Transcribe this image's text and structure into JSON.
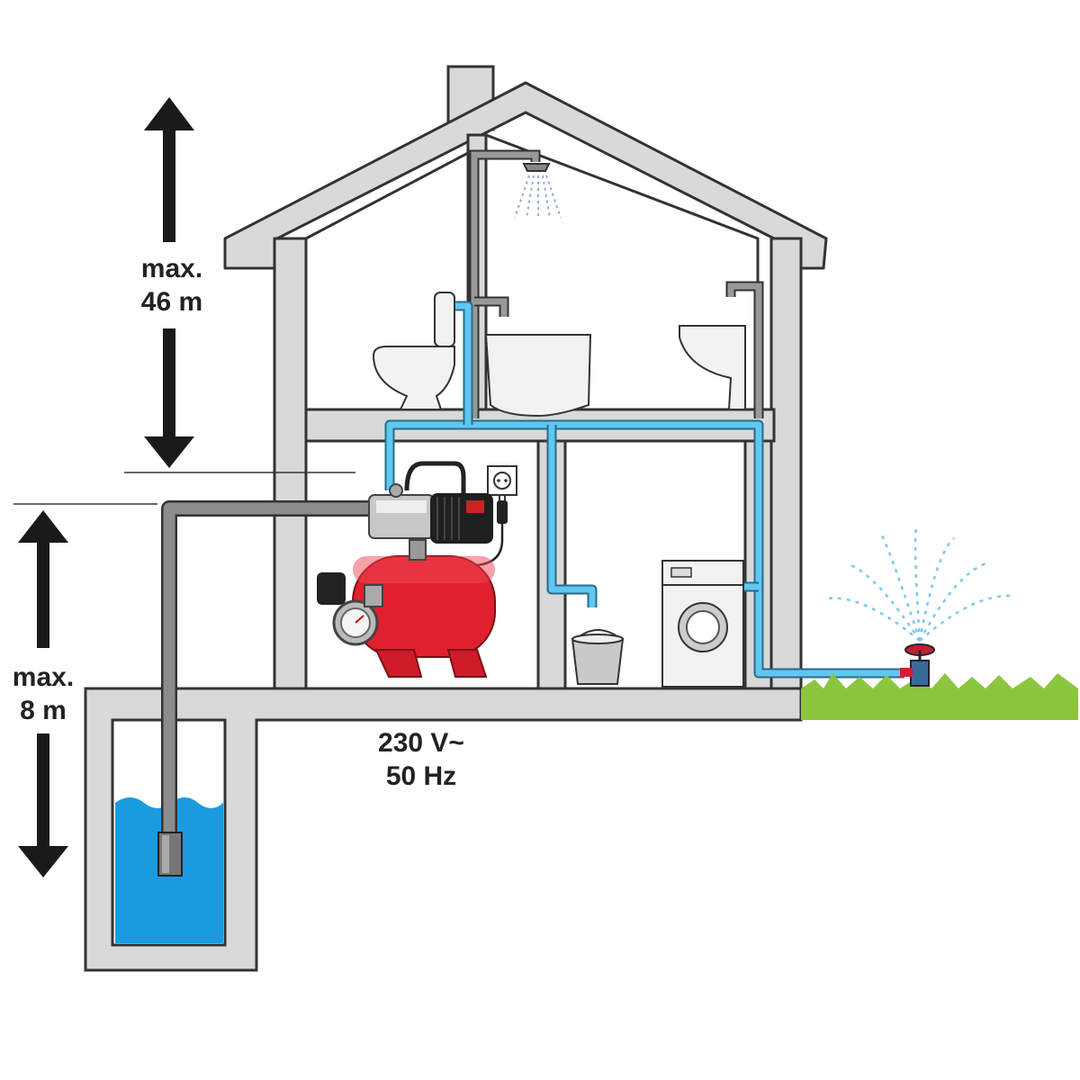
{
  "labels": {
    "upper_head_line1": "max.",
    "upper_head_line2": "46 m",
    "lower_head_line1": "max.",
    "lower_head_line2": "8 m",
    "power_line1": "230 V~",
    "power_line2": "50 Hz"
  },
  "colors": {
    "wall_fill": "#d9d9d9",
    "wall_stroke": "#333333",
    "cold_water_pipe": "#5ec8f0",
    "suction_pipe": "#8c8c8c",
    "well_water": "#1a9be0",
    "pump_tank": "#e0202e",
    "grass": "#8cc63f",
    "arrow": "#1a1a1a"
  },
  "icons": [
    "shower-icon",
    "toilet-icon",
    "bathtub-icon",
    "sink-icon",
    "electric-socket-icon",
    "plug-icon",
    "pump-motor-icon",
    "pressure-gauge-icon",
    "bucket-icon",
    "washing-machine-icon",
    "garden-sprinkler-icon",
    "foot-valve-icon"
  ]
}
